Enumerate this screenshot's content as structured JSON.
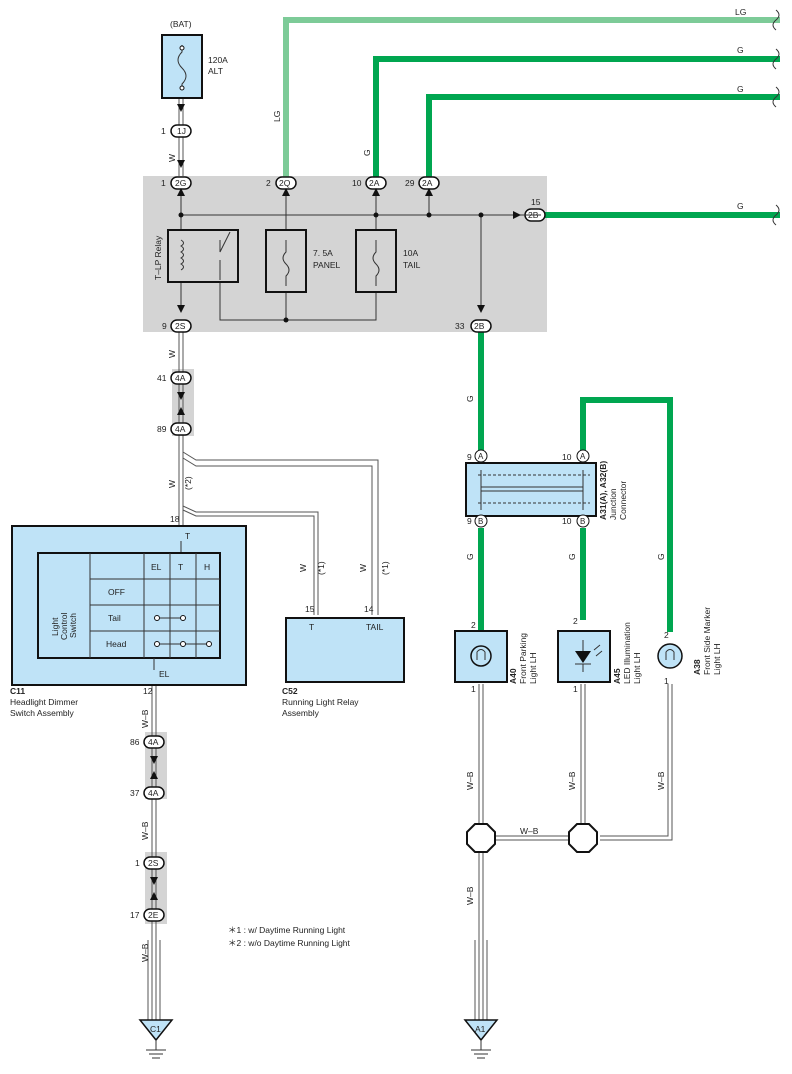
{
  "diagram": {
    "battery": {
      "label": "(BAT)",
      "fuse_label_1": "120A",
      "fuse_label_2": "ALT"
    },
    "connectors": {
      "c1J": {
        "pin": "1",
        "id": "1J"
      },
      "c2G": {
        "pin": "1",
        "id": "2G"
      },
      "c2Q": {
        "pin": "2",
        "id": "2Q"
      },
      "c2A_10": {
        "pin": "10",
        "id": "2A"
      },
      "c2A_29": {
        "pin": "29",
        "id": "2A"
      },
      "c2B_15": {
        "pin": "15",
        "id": "2B"
      },
      "c2S_9": {
        "pin": "9",
        "id": "2S"
      },
      "c2B_33": {
        "pin": "33",
        "id": "2B"
      },
      "c4A_41": {
        "pin": "41",
        "id": "4A"
      },
      "c4A_89": {
        "pin": "89",
        "id": "4A"
      },
      "c4A_86": {
        "pin": "86",
        "id": "4A"
      },
      "c4A_37": {
        "pin": "37",
        "id": "4A"
      },
      "c2S_1": {
        "pin": "1",
        "id": "2S"
      },
      "c2E_17": {
        "pin": "17",
        "id": "2E"
      },
      "jA_9": {
        "pin": "9",
        "id": "A"
      },
      "jA_10": {
        "pin": "10",
        "id": "A"
      },
      "jB_9": {
        "pin": "9",
        "id": "B"
      },
      "jB_10": {
        "pin": "10",
        "id": "B"
      }
    },
    "wire_colors": {
      "w": "W",
      "lg": "LG",
      "g": "G",
      "wb": "W–B",
      "hex_green": "#00a650",
      "hex_light_green": "#7dcb98"
    },
    "relay_box": {
      "relay_label": "T–LP Relay",
      "fuse_panel_1": "7. 5A",
      "fuse_panel_2": "PANEL",
      "fuse_tail_1": "10A",
      "fuse_tail_2": "TAIL"
    },
    "switch": {
      "terminal_top": "T",
      "terminal_bottom": "EL",
      "pin_top": "18",
      "pin_bottom": "12",
      "col_el": "EL",
      "col_t": "T",
      "col_h": "H",
      "row_off": "OFF",
      "row_tail": "Tail",
      "row_head": "Head",
      "side_label_1": "Light",
      "side_label_2": "Control",
      "side_label_3": "Switch",
      "code": "C11",
      "name_1": "Headlight Dimmer",
      "name_2": "Switch Assembly",
      "note_mark": "(*2)"
    },
    "relay_assembly": {
      "code": "C52",
      "name_1": "Running Light Relay",
      "name_2": "Assembly",
      "term_t": "T",
      "term_tail": "TAIL",
      "pin_t": "15",
      "pin_tail": "14",
      "note_mark": "(*1)"
    },
    "junction": {
      "code": "A31(A), A32(B)",
      "name_1": "Junction",
      "name_2": "Connector"
    },
    "lights": {
      "a40": {
        "code": "A40",
        "name_1": "Front Parking",
        "name_2": "Light LH",
        "pin_top": "2",
        "pin_bottom": "1"
      },
      "a45": {
        "code": "A45",
        "name_1": "LED Illumination",
        "name_2": "Light LH",
        "pin_top": "2",
        "pin_bottom": "1"
      },
      "a38": {
        "code": "A38",
        "name_1": "Front Side Marker",
        "name_2": "Light LH",
        "pin_top": "2",
        "pin_bottom": "1"
      }
    },
    "grounds": {
      "left": "C1",
      "right": "A1"
    },
    "notes": {
      "n1": "＊1 : w/ Daytime Running Light",
      "n2": "＊2 : w/o Daytime Running Light"
    }
  }
}
